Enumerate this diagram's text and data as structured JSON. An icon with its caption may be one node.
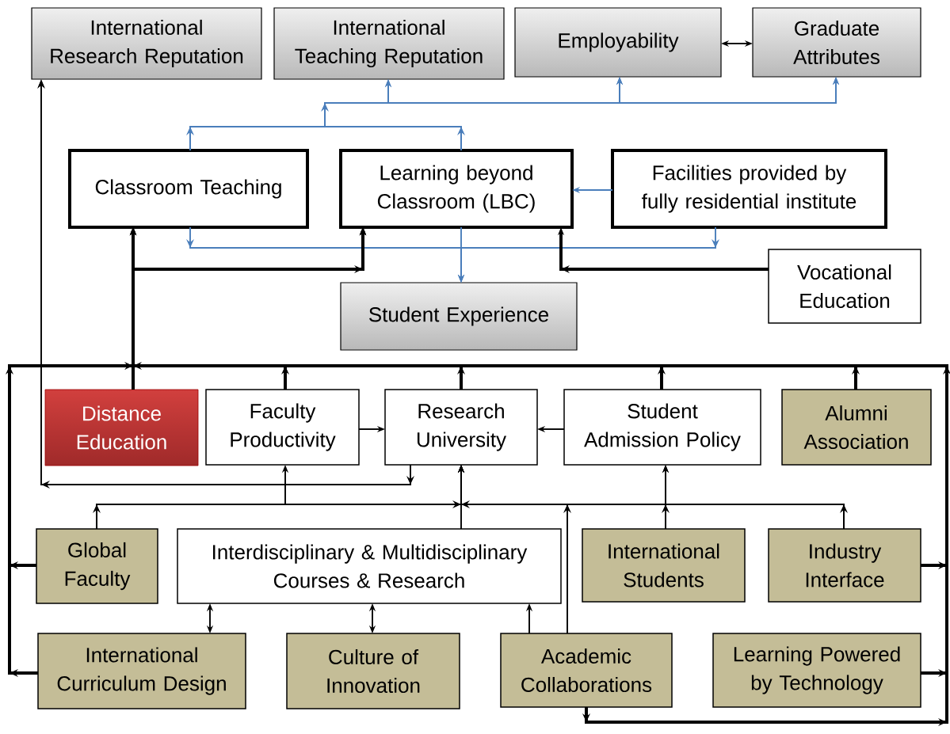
{
  "diagram": {
    "nodes": [
      {
        "text": [
          "International Research Reputation"
        ]
      },
      {
        "text": [
          "International Teaching Reputation"
        ]
      },
      {
        "text": [
          "Employability"
        ]
      },
      {
        "text": [
          "Graduate Attributes"
        ]
      },
      {
        "text": [
          "Classroom Teaching"
        ]
      },
      {
        "text": [
          "Learning beyond Classroom (LBC)"
        ]
      },
      {
        "text": [
          "Facilities provided by fully residential institute"
        ]
      },
      {
        "text": [
          "Vocational Education"
        ]
      },
      {
        "text": [
          "Student Experience"
        ]
      },
      {
        "text": [
          "Distance Education"
        ]
      },
      {
        "text": [
          "Faculty Productivity"
        ]
      },
      {
        "text": [
          "Research University"
        ]
      },
      {
        "text": [
          "Student Admission Policy"
        ]
      },
      {
        "text": [
          "Alumni Association"
        ]
      },
      {
        "text": [
          "Global Faculty"
        ]
      },
      {
        "text": [
          "Interdisciplinary & Multidisciplinary Courses & Research"
        ]
      },
      {
        "text": [
          "International Students"
        ]
      },
      {
        "text": [
          "Industry Interface"
        ]
      },
      {
        "text": [
          "International Curriculum Design"
        ]
      },
      {
        "text": [
          "Culture of Innovation"
        ]
      },
      {
        "text": [
          "Academic Collaborations"
        ]
      },
      {
        "text": [
          "Learning Powered by Technology"
        ]
      }
    ],
    "edges": [
      {
        "from": 2,
        "to": 3,
        "arrow": "both"
      },
      {
        "from": 4,
        "to": 1,
        "arrow": "to",
        "color": "#4a7ebb"
      },
      {
        "from": 4,
        "to": 2,
        "arrow": "to",
        "color": "#4a7ebb"
      },
      {
        "from": 4,
        "to": 3,
        "arrow": "to",
        "color": "#4a7ebb"
      },
      {
        "from": 5,
        "to": 1,
        "arrow": "to",
        "color": "#4a7ebb"
      },
      {
        "from": 5,
        "to": 2,
        "arrow": "to",
        "color": "#4a7ebb"
      },
      {
        "from": 5,
        "to": 3,
        "arrow": "to",
        "color": "#4a7ebb"
      },
      {
        "from": 6,
        "to": 5,
        "arrow": "to",
        "color": "#4a7ebb"
      },
      {
        "from": 4,
        "to": 8,
        "arrow": "to",
        "color": "#4a7ebb"
      },
      {
        "from": 5,
        "to": 8,
        "arrow": "to",
        "color": "#4a7ebb"
      },
      {
        "from": 6,
        "to": 8,
        "arrow": "to",
        "color": "#4a7ebb"
      },
      {
        "from": 7,
        "to": 5,
        "arrow": "to",
        "style": "thick"
      },
      {
        "from": 9,
        "to": 4,
        "arrow": "to",
        "style": "thick"
      },
      {
        "from": 9,
        "to": 5,
        "arrow": "to",
        "style": "thick"
      },
      {
        "from": 10,
        "to": 4,
        "arrow": "to",
        "style": "thick"
      },
      {
        "from": 10,
        "to": 5,
        "arrow": "to",
        "style": "thick"
      },
      {
        "from": 11,
        "to": 4,
        "arrow": "to",
        "style": "thick"
      },
      {
        "from": 11,
        "to": 5,
        "arrow": "to",
        "style": "thick"
      },
      {
        "from": 12,
        "to": 4,
        "arrow": "to",
        "style": "thick"
      },
      {
        "from": 12,
        "to": 5,
        "arrow": "to",
        "style": "thick"
      },
      {
        "from": 13,
        "to": 4,
        "arrow": "to",
        "style": "thick"
      },
      {
        "from": 13,
        "to": 5,
        "arrow": "to",
        "style": "thick"
      },
      {
        "from": 14,
        "to": 4,
        "arrow": "to",
        "style": "thick"
      },
      {
        "from": 14,
        "to": 5,
        "arrow": "to",
        "style": "thick"
      },
      {
        "from": 18,
        "to": 4,
        "arrow": "to",
        "style": "thick"
      },
      {
        "from": 18,
        "to": 5,
        "arrow": "to",
        "style": "thick"
      },
      {
        "from": 17,
        "to": 4,
        "arrow": "to",
        "style": "thick"
      },
      {
        "from": 17,
        "to": 5,
        "arrow": "to",
        "style": "thick"
      },
      {
        "from": 21,
        "to": 4,
        "arrow": "to",
        "style": "thick"
      },
      {
        "from": 21,
        "to": 5,
        "arrow": "to",
        "style": "thick"
      },
      {
        "from": 20,
        "to": 4,
        "arrow": "to",
        "style": "thick"
      },
      {
        "from": 20,
        "to": 5,
        "arrow": "to",
        "style": "thick"
      },
      {
        "from": 10,
        "to": 11,
        "arrow": "to"
      },
      {
        "from": 12,
        "to": 11,
        "arrow": "to"
      },
      {
        "from": 11,
        "to": 0,
        "arrow": "to"
      },
      {
        "from": 14,
        "to": 10,
        "arrow": "to"
      },
      {
        "from": 14,
        "to": 11,
        "arrow": "to"
      },
      {
        "from": 16,
        "to": 11,
        "arrow": "to"
      },
      {
        "from": 16,
        "to": 12,
        "arrow": "to"
      },
      {
        "from": 20,
        "to": 11,
        "arrow": "to"
      },
      {
        "from": 17,
        "to": 11,
        "arrow": "to"
      },
      {
        "from": 17,
        "to": 12,
        "arrow": "to"
      },
      {
        "from": 15,
        "to": 11,
        "arrow": "to"
      },
      {
        "from": 20,
        "to": 15,
        "arrow": "to"
      },
      {
        "from": 18,
        "to": 15,
        "arrow": "both"
      },
      {
        "from": 19,
        "to": 15,
        "arrow": "both"
      }
    ]
  }
}
